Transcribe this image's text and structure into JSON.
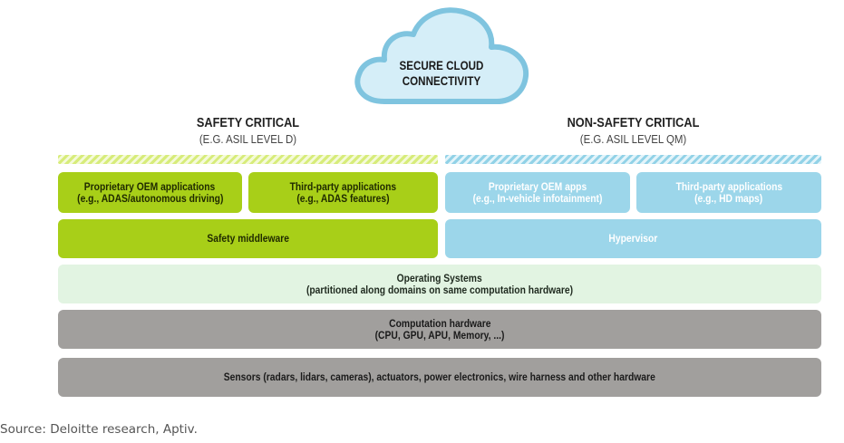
{
  "cloud": {
    "line1": "SECURE CLOUD",
    "line2": "CONNECTIVITY",
    "fill": "#d5eef8",
    "stroke": "#7fc4df"
  },
  "safety_critical": {
    "title": "SAFETY CRITICAL",
    "subtitle": "(E.G. ASIL LEVEL D)",
    "color": "#a8cf18"
  },
  "non_safety_critical": {
    "title": "NON-SAFETY CRITICAL",
    "subtitle": "(E.G. ASIL LEVEL QM)",
    "color": "#9cd6ea"
  },
  "boxes": {
    "oem_safety": {
      "line1": "Proprietary OEM applications",
      "line2": "(e.g., ADAS/autonomous driving)"
    },
    "third_safety": {
      "line1": "Third-party applications",
      "line2": "(e.g., ADAS features)"
    },
    "oem_nonsafety": {
      "line1": "Proprietary OEM apps",
      "line2": "(e.g., In-vehicle infotainment)"
    },
    "third_nonsafety": {
      "line1": "Third-party applications",
      "line2": "(e.g., HD maps)"
    },
    "middleware": {
      "label": "Safety middleware"
    },
    "hypervisor": {
      "label": "Hypervisor"
    },
    "os": {
      "line1": "Operating Systems",
      "line2": "(partitioned along domains on same computation hardware)"
    },
    "compute": {
      "line1": "Computation hardware",
      "line2": "(CPU, GPU, APU, Memory, ...)"
    },
    "sensors": {
      "label": "Sensors (radars, lidars, cameras), actuators, power electronics, wire harness and other hardware"
    }
  },
  "colors": {
    "pale_green": "#e2f4e2",
    "gray": "#a19f9d"
  },
  "source": "Source: Deloitte research, Aptiv."
}
